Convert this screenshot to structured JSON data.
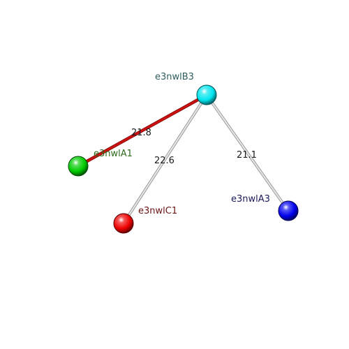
{
  "nodes": [
    {
      "id": "B3",
      "label": "e3nwlB3",
      "color": "#00e5ee",
      "label_color": "#2f5f5f"
    },
    {
      "id": "A1",
      "label": "e3nwlA1",
      "color": "#00cc00",
      "label_color": "#2e6b1a"
    },
    {
      "id": "C1",
      "label": "e3nwlC1",
      "color": "#ee0000",
      "label_color": "#6b1414"
    },
    {
      "id": "A3",
      "label": "e3nwlA3",
      "color": "#0000ee",
      "label_color": "#1a1a5c"
    }
  ],
  "edges": [
    {
      "from": "B3",
      "to": "A1",
      "distance": "21.8",
      "style": "red",
      "color": "#cc1111"
    },
    {
      "from": "B3",
      "to": "C1",
      "distance": "22.6",
      "style": "grey",
      "color": "#c8c8c8"
    },
    {
      "from": "B3",
      "to": "A3",
      "distance": "21.1",
      "style": "grey",
      "color": "#c8c8c8"
    }
  ]
}
